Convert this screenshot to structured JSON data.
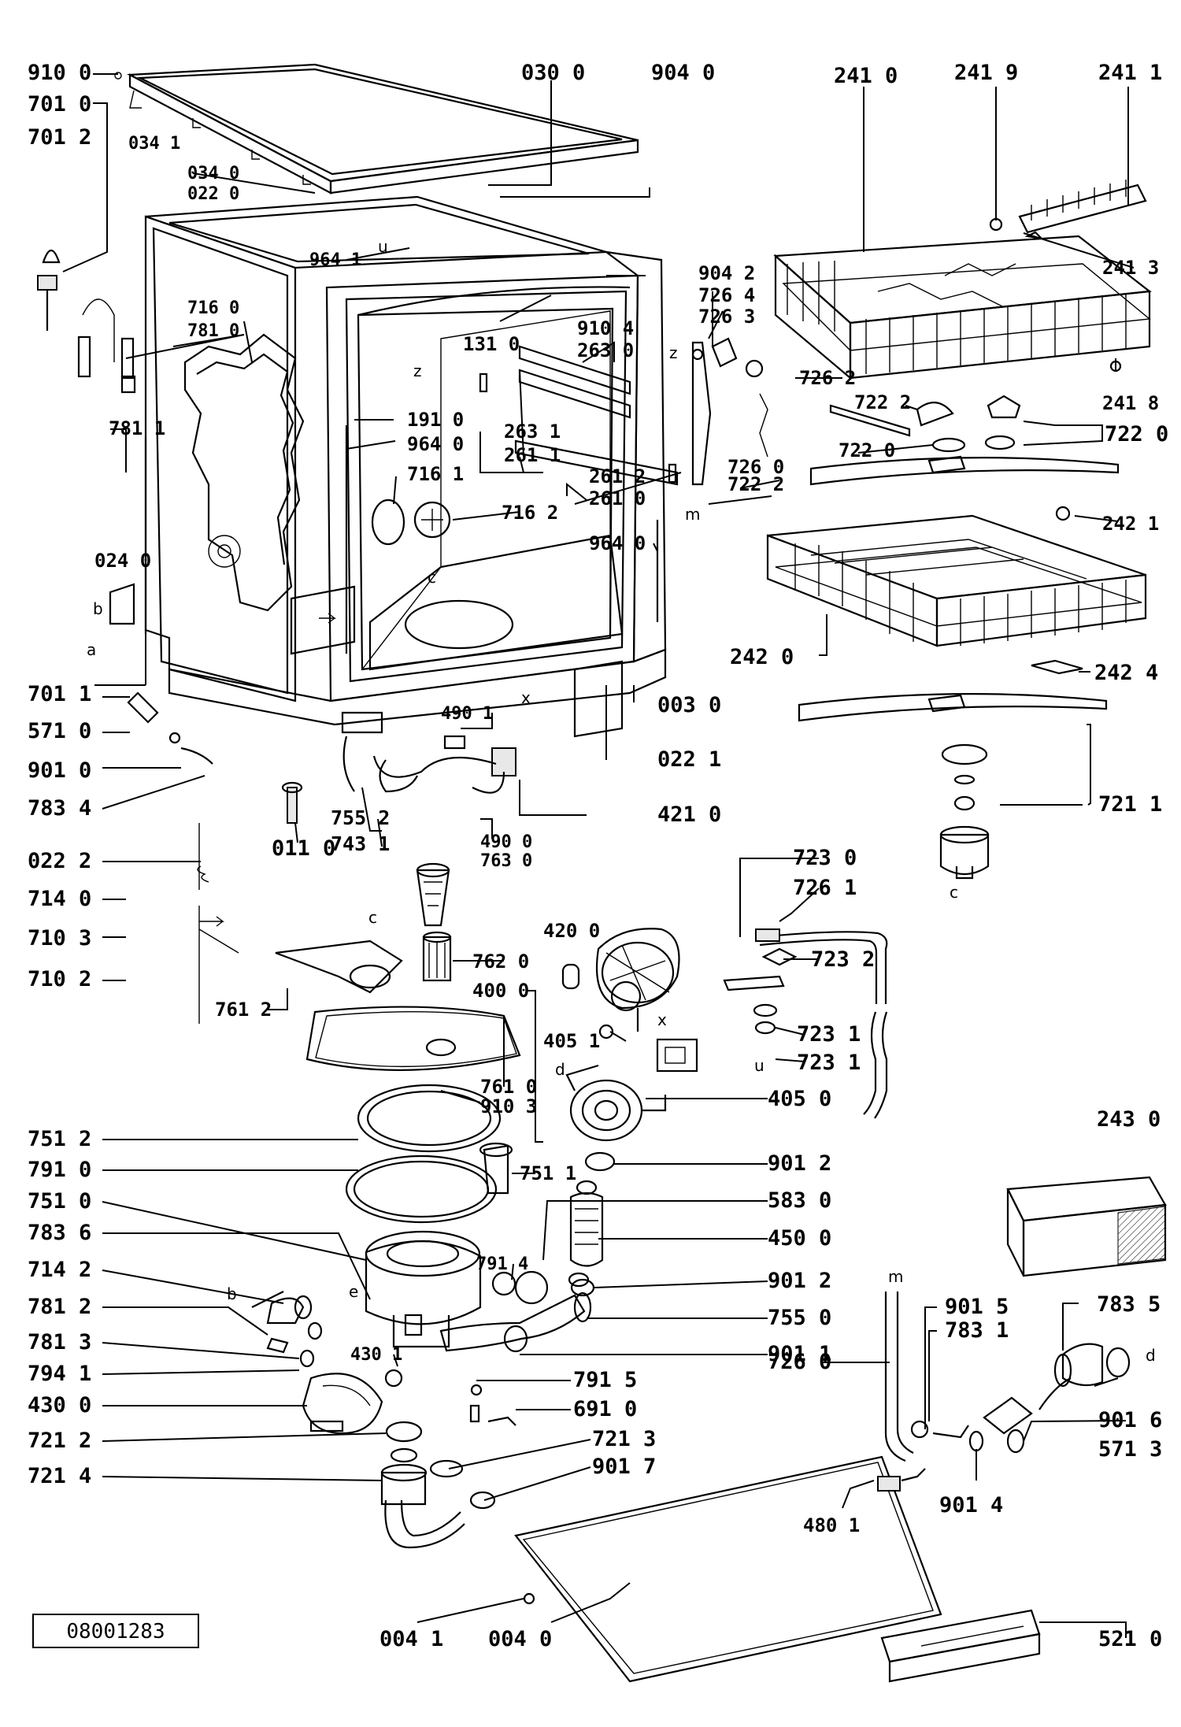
{
  "document_id": "08001283",
  "labels": [
    {
      "id": "910-0",
      "text": "910 0"
    },
    {
      "id": "701-0",
      "text": "701 0"
    },
    {
      "id": "701-2",
      "text": "701 2"
    },
    {
      "id": "034-1",
      "text": "034 1"
    },
    {
      "id": "034-0",
      "text": "034 0"
    },
    {
      "id": "022-0",
      "text": "022 0"
    },
    {
      "id": "030-0",
      "text": "030 0"
    },
    {
      "id": "904-0",
      "text": "904 0"
    },
    {
      "id": "241-0",
      "text": "241 0"
    },
    {
      "id": "241-9",
      "text": "241 9"
    },
    {
      "id": "241-1",
      "text": "241 1"
    },
    {
      "id": "964-1",
      "text": "964 1"
    },
    {
      "id": "904-2",
      "text": "904 2"
    },
    {
      "id": "241-3",
      "text": "241 3"
    },
    {
      "id": "726-4",
      "text": "726 4"
    },
    {
      "id": "726-3",
      "text": "726 3"
    },
    {
      "id": "716-0",
      "text": "716 0"
    },
    {
      "id": "781-0",
      "text": "781 0"
    },
    {
      "id": "910-4",
      "text": "910 4"
    },
    {
      "id": "131-0",
      "text": "131 0"
    },
    {
      "id": "263-0",
      "text": "263 0"
    },
    {
      "id": "726-2",
      "text": "726 2"
    },
    {
      "id": "722-2a",
      "text": "722 2"
    },
    {
      "id": "241-8",
      "text": "241 8"
    },
    {
      "id": "722-0a",
      "text": "722 0"
    },
    {
      "id": "191-0",
      "text": "191 0"
    },
    {
      "id": "781-1",
      "text": "781 1"
    },
    {
      "id": "263-1",
      "text": "263 1"
    },
    {
      "id": "261-1",
      "text": "261 1"
    },
    {
      "id": "964-0a",
      "text": "964 0"
    },
    {
      "id": "722-0b",
      "text": "722 0"
    },
    {
      "id": "726-0a",
      "text": "726 0"
    },
    {
      "id": "261-2",
      "text": "261 2"
    },
    {
      "id": "722-2b",
      "text": "722 2"
    },
    {
      "id": "261-0",
      "text": "261 0"
    },
    {
      "id": "716-1",
      "text": "716 1"
    },
    {
      "id": "716-2",
      "text": "716 2"
    },
    {
      "id": "242-1",
      "text": "242 1"
    },
    {
      "id": "964-0b",
      "text": "964 0"
    },
    {
      "id": "024-0",
      "text": "024 0"
    },
    {
      "id": "242-0",
      "text": "242 0"
    },
    {
      "id": "242-4",
      "text": "242 4"
    },
    {
      "id": "003-0",
      "text": "003 0"
    },
    {
      "id": "701-1",
      "text": "701 1"
    },
    {
      "id": "571-0",
      "text": "571 0"
    },
    {
      "id": "490-1",
      "text": "490 1"
    },
    {
      "id": "022-1",
      "text": "022 1"
    },
    {
      "id": "901-0",
      "text": "901 0"
    },
    {
      "id": "721-1",
      "text": "721 1"
    },
    {
      "id": "783-4",
      "text": "783 4"
    },
    {
      "id": "755-2",
      "text": "755 2"
    },
    {
      "id": "421-0",
      "text": "421 0"
    },
    {
      "id": "011-0",
      "text": "011 0"
    },
    {
      "id": "743-1",
      "text": "743 1"
    },
    {
      "id": "490-0",
      "text": "490 0"
    },
    {
      "id": "763-0",
      "text": "763 0"
    },
    {
      "id": "022-2",
      "text": "022 2"
    },
    {
      "id": "723-0",
      "text": "723 0"
    },
    {
      "id": "726-1",
      "text": "726 1"
    },
    {
      "id": "714-0",
      "text": "714 0"
    },
    {
      "id": "420-0",
      "text": "420 0"
    },
    {
      "id": "710-3",
      "text": "710 3"
    },
    {
      "id": "762-0",
      "text": "762 0"
    },
    {
      "id": "723-2",
      "text": "723 2"
    },
    {
      "id": "710-2",
      "text": "710 2"
    },
    {
      "id": "400-0",
      "text": "400 0"
    },
    {
      "id": "761-2",
      "text": "761 2"
    },
    {
      "id": "723-1a",
      "text": "723 1"
    },
    {
      "id": "405-1",
      "text": "405 1"
    },
    {
      "id": "723-1b",
      "text": "723 1"
    },
    {
      "id": "761-0",
      "text": "761 0"
    },
    {
      "id": "910-3",
      "text": "910 3"
    },
    {
      "id": "405-0",
      "text": "405 0"
    },
    {
      "id": "243-0",
      "text": "243 0"
    },
    {
      "id": "751-2",
      "text": "751 2"
    },
    {
      "id": "791-0",
      "text": "791 0"
    },
    {
      "id": "751-1",
      "text": "751 1"
    },
    {
      "id": "901-2a",
      "text": "901 2"
    },
    {
      "id": "751-0",
      "text": "751 0"
    },
    {
      "id": "583-0",
      "text": "583 0"
    },
    {
      "id": "783-6",
      "text": "783 6"
    },
    {
      "id": "450-0",
      "text": "450 0"
    },
    {
      "id": "791-4",
      "text": "791 4"
    },
    {
      "id": "714-2",
      "text": "714 2"
    },
    {
      "id": "901-2b",
      "text": "901 2"
    },
    {
      "id": "781-2",
      "text": "781 2"
    },
    {
      "id": "901-5",
      "text": "901 5"
    },
    {
      "id": "783-5",
      "text": "783 5"
    },
    {
      "id": "755-0",
      "text": "755 0"
    },
    {
      "id": "783-1",
      "text": "783 1"
    },
    {
      "id": "781-3",
      "text": "781 3"
    },
    {
      "id": "901-1",
      "text": "901 1"
    },
    {
      "id": "726-0b",
      "text": "726 0"
    },
    {
      "id": "430-1",
      "text": "430 1"
    },
    {
      "id": "794-1",
      "text": "794 1"
    },
    {
      "id": "791-5",
      "text": "791 5"
    },
    {
      "id": "430-0",
      "text": "430 0"
    },
    {
      "id": "691-0",
      "text": "691 0"
    },
    {
      "id": "901-6",
      "text": "901 6"
    },
    {
      "id": "721-2",
      "text": "721 2"
    },
    {
      "id": "721-3",
      "text": "721 3"
    },
    {
      "id": "571-3",
      "text": "571 3"
    },
    {
      "id": "721-4",
      "text": "721 4"
    },
    {
      "id": "901-7",
      "text": "901 7"
    },
    {
      "id": "901-4",
      "text": "901 4"
    },
    {
      "id": "480-1",
      "text": "480 1"
    },
    {
      "id": "004-1",
      "text": "004 1"
    },
    {
      "id": "004-0",
      "text": "004 0"
    },
    {
      "id": "521-0",
      "text": "521 0"
    }
  ],
  "markers": [
    {
      "id": "u-top",
      "text": "u"
    },
    {
      "id": "z-left",
      "text": "z"
    },
    {
      "id": "z-right",
      "text": "z"
    },
    {
      "id": "c-tub",
      "text": "c"
    },
    {
      "id": "b-top",
      "text": "b"
    },
    {
      "id": "a-left",
      "text": "a"
    },
    {
      "id": "x-tub",
      "text": "x"
    },
    {
      "id": "m-arm",
      "text": "m"
    },
    {
      "id": "c-mid",
      "text": "c"
    },
    {
      "id": "c-right",
      "text": "c"
    },
    {
      "id": "x-pump",
      "text": "x"
    },
    {
      "id": "d-pump",
      "text": "d"
    },
    {
      "id": "u-right",
      "text": "u"
    },
    {
      "id": "b-bottom",
      "text": "b"
    },
    {
      "id": "e-bottom",
      "text": "e"
    },
    {
      "id": "m-bottom",
      "text": "m"
    },
    {
      "id": "d-right",
      "text": "d"
    }
  ]
}
